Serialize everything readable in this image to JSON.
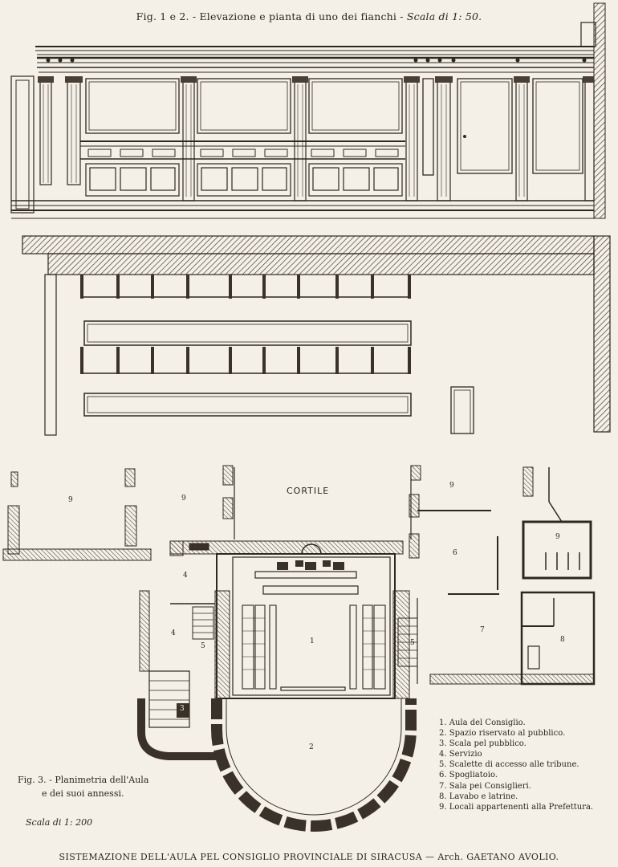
{
  "header": {
    "fig_title": "Fig. 1 e 2. - Elevazione e pianta di uno dei fianchi - ",
    "fig_scale": "Scala di 1: 50."
  },
  "plan": {
    "cortile_label": "CORTILE",
    "room_numbers": [
      "9",
      "9",
      "9",
      "9",
      "4",
      "4",
      "5",
      "1",
      "5",
      "6",
      "7",
      "8",
      "3",
      "2"
    ]
  },
  "legend": {
    "items": [
      "1. Aula del Consiglio.",
      "2. Spazio riservato al pubblico.",
      "3. Scala pel pubblico.",
      "4. Servizio",
      "5. Scalette di accesso alle tribune.",
      "6. Spogliatoio.",
      "7. Sala pei Consiglieri.",
      "8. Lavabo e latrine.",
      "9. Locali appartenenti alla Prefettura."
    ]
  },
  "fig3": {
    "caption_line1": "Fig. 3. - Planimetria dell'Aula",
    "caption_line2": "e dei suoi annessi.",
    "scale": "Scala di 1: 200"
  },
  "footer": {
    "title": "SISTEMAZIONE DELL'AULA PEL CONSIGLIO PROVINCIALE DI SIRACUSA — Arch. GAETANO AVOLIO."
  }
}
